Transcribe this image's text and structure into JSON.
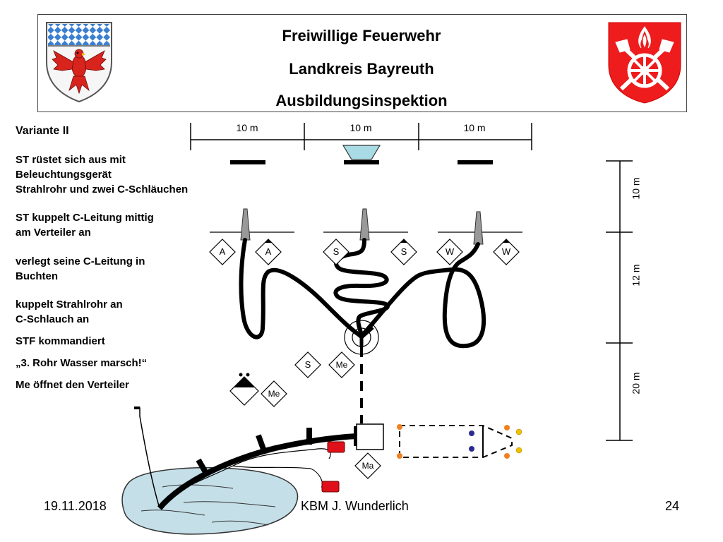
{
  "header": {
    "line1": "Freiwillige Feuerwehr",
    "line2": "Landkreis Bayreuth",
    "line3": "Ausbildungsinspektion"
  },
  "sidebar": {
    "variant": "Variante II",
    "step1a": "ST rüstet sich aus mit",
    "step1b": "Beleuchtungsgerät",
    "step1c": "Strahlrohr und zwei C-Schläuchen",
    "step2a": "ST kuppelt C-Leitung mittig",
    "step2b": "am Verteiler an",
    "step3a": "verlegt seine C-Leitung in",
    "step3b": "Buchten",
    "step4a": "kuppelt Strahlrohr an",
    "step4b": "C-Schlauch an",
    "step5": "STF kommandiert",
    "step6": "„3. Rohr Wasser marsch!“",
    "step7": "Me öffnet den Verteiler"
  },
  "distances": {
    "top1": "10 m",
    "top2": "10 m",
    "top3": "10 m",
    "right1": "10 m",
    "right2": "12 m",
    "right3": "20 m"
  },
  "labels": {
    "a1": "A",
    "a2": "A",
    "s1": "S",
    "s2": "S",
    "w1": "W",
    "w2": "W",
    "s3": "S",
    "me1": "Me",
    "me2": "Me",
    "ma": "Ma"
  },
  "footer": {
    "date": "19.11.2018",
    "author": "KBM J. Wunderlich",
    "page": "24"
  }
}
